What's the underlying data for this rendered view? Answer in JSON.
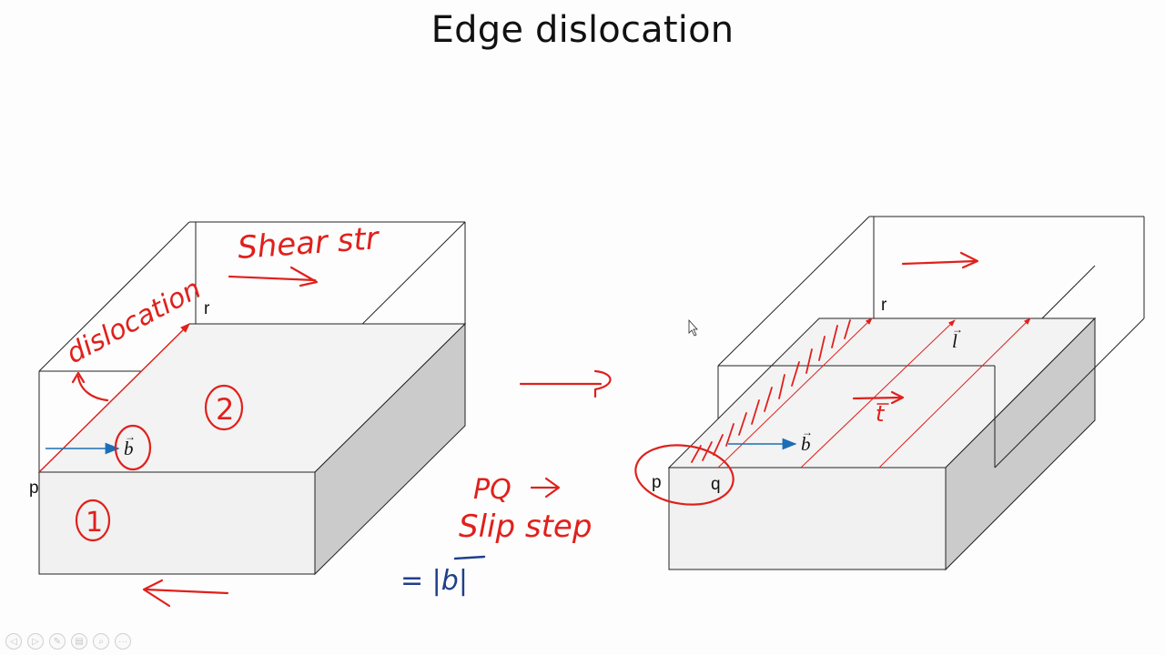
{
  "slide": {
    "title": "Edge dislocation"
  },
  "left_diagram": {
    "point_p": "p",
    "point_r": "r",
    "burgers_vector": "b",
    "region_1": "1",
    "region_2": "2",
    "handwritten_shear_stress": "Shear str",
    "handwritten_dislocation": "dislocation"
  },
  "right_diagram": {
    "point_p": "p",
    "point_q": "q",
    "point_r": "r",
    "burgers_vector": "b",
    "line_vector_l": "l",
    "line_vector_t": "t"
  },
  "handwritten_notes": {
    "pq_label": "PQ",
    "slip_step": "Slip step",
    "equals_b": "= |b|"
  },
  "toolbar": {
    "icons": [
      "prev-icon",
      "next-icon",
      "pen-icon",
      "slides-icon",
      "zoom-icon",
      "more-icon"
    ],
    "symbols": [
      "◁",
      "▷",
      "✎",
      "▤",
      "⌕",
      "···"
    ]
  },
  "colors": {
    "ink_red": "#e0201c",
    "burgers_blue": "#1a6fb5",
    "note_blue": "#1f3f8a",
    "block_fill": "#f2f2f2",
    "block_side": "#c9c9c9"
  }
}
